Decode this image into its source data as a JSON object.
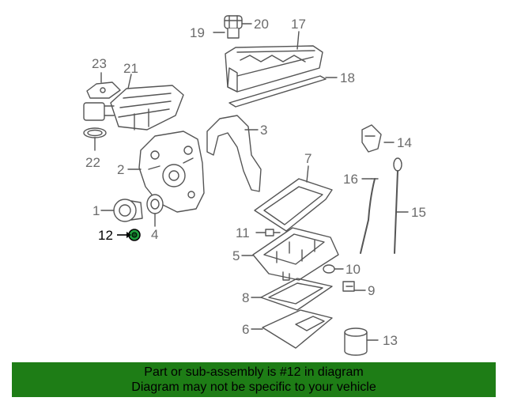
{
  "callouts": [
    {
      "id": "1",
      "label": "1"
    },
    {
      "id": "2",
      "label": "2"
    },
    {
      "id": "3",
      "label": "3"
    },
    {
      "id": "4",
      "label": "4"
    },
    {
      "id": "5",
      "label": "5"
    },
    {
      "id": "6",
      "label": "6"
    },
    {
      "id": "7",
      "label": "7"
    },
    {
      "id": "8",
      "label": "8"
    },
    {
      "id": "9",
      "label": "9"
    },
    {
      "id": "10",
      "label": "10"
    },
    {
      "id": "11",
      "label": "11"
    },
    {
      "id": "12",
      "label": "12",
      "highlighted": true
    },
    {
      "id": "13",
      "label": "13"
    },
    {
      "id": "14",
      "label": "14"
    },
    {
      "id": "15",
      "label": "15"
    },
    {
      "id": "16",
      "label": "16"
    },
    {
      "id": "17",
      "label": "17"
    },
    {
      "id": "18",
      "label": "18"
    },
    {
      "id": "19",
      "label": "19"
    },
    {
      "id": "20",
      "label": "20"
    },
    {
      "id": "21",
      "label": "21"
    },
    {
      "id": "22",
      "label": "22"
    },
    {
      "id": "23",
      "label": "23"
    }
  ],
  "banner": {
    "line1": "Part or sub-assembly is #12 in diagram",
    "line2": "Diagram may not be specific to your vehicle"
  },
  "colors": {
    "banner_bg": "#1e7d16",
    "highlight_part": "#1e9e3c",
    "line_art": "#555555"
  }
}
